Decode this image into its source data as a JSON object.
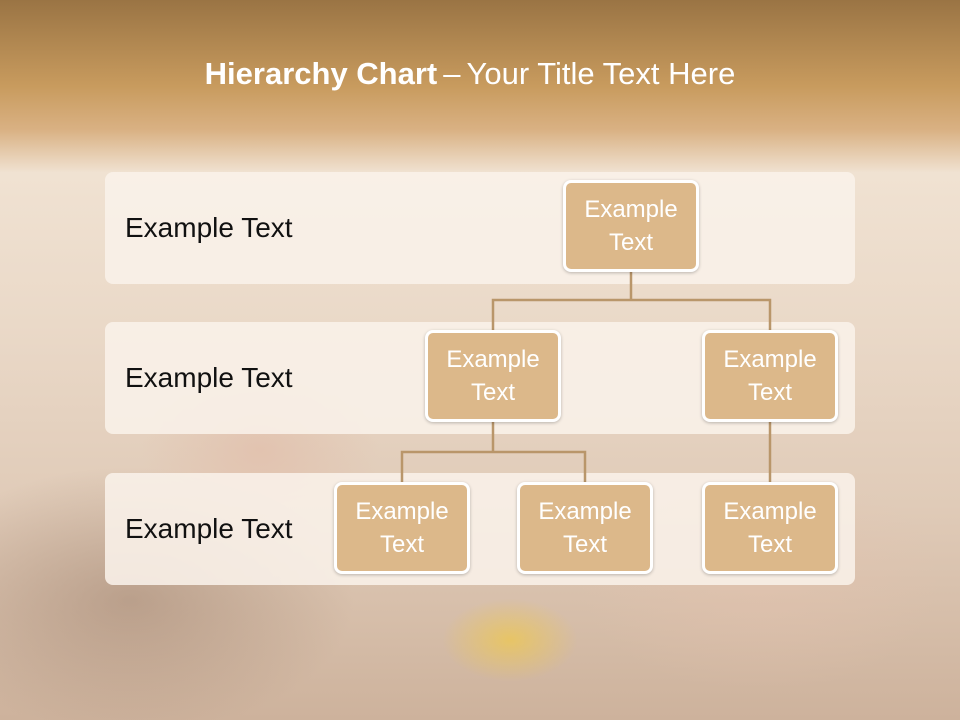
{
  "title": {
    "bold": "Hierarchy Chart",
    "separator": "–",
    "rest": "Your Title Text Here"
  },
  "bands": [
    {
      "label": "Example Text"
    },
    {
      "label": "Example Text"
    },
    {
      "label": "Example Text"
    }
  ],
  "nodes": {
    "root": "Example Text",
    "level2_left": "Example Text",
    "level2_right": "Example Text",
    "level3_a": "Example Text",
    "level3_b": "Example Text",
    "level3_c": "Example Text"
  },
  "colors": {
    "node_fill": "#dcb88a",
    "connector": "#b9966a",
    "band_fill": "#f9f1e9",
    "header_brown": "#c89b5e"
  }
}
